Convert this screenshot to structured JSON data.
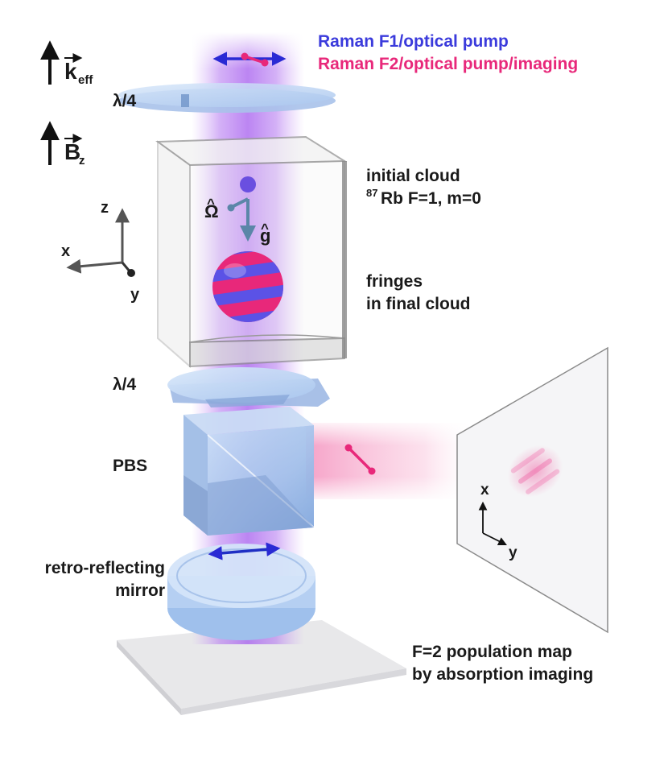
{
  "legend": {
    "f1": "Raman F1/optical pump",
    "f2": "Raman F2/optical pump/imaging"
  },
  "vectors": {
    "k_letter": "k",
    "k_sub": "eff",
    "b_letter": "B",
    "b_sub": "z"
  },
  "components": {
    "qwp_top": "λ/4",
    "qwp_bottom": "λ/4",
    "pbs": "PBS",
    "mirror_line1": "retro-reflecting",
    "mirror_line2": "mirror"
  },
  "axes": {
    "z": "z",
    "x": "x",
    "y": "y"
  },
  "cloud": {
    "initial_line1": "initial cloud",
    "initial_sup": "87",
    "initial_line2": "Rb F=1, m=0",
    "fringes_line1": "fringes",
    "fringes_line2": "in final cloud"
  },
  "rotation": {
    "omega": "Ω",
    "g": "g",
    "hat": "^"
  },
  "screen": {
    "axis_x": "x",
    "axis_y": "y",
    "caption_line1": "F=2 population map",
    "caption_line2": "by absorption imaging"
  },
  "colors": {
    "blue": "#3b3bdc",
    "pink": "#e8287a",
    "beam": "#b46ef0",
    "glass": "#bcd6f5"
  }
}
